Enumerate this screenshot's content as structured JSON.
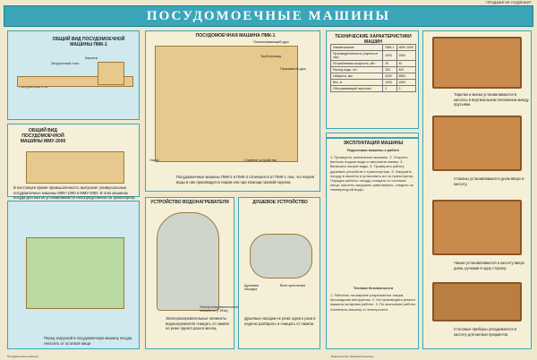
{
  "header": {
    "title": "ПОСУДОМОЕЧНЫЕ МАШИНЫ",
    "sale_note": "ПРОДАЖЕ НЕ ПОДЛЕЖИТ"
  },
  "left_top": {
    "title": "ОБЩИЙ ВИД ПОСУДОМОЕЧНОЙ МАШИНЫ ПМК-1",
    "callout_loading": "Загрузочный стол",
    "callout_frame": "Кассета",
    "callout_unloading": "Разгрузочный стол"
  },
  "left_mid": {
    "title": "ОБЩИЙ ВИД ПОСУДОМОЕЧНОЙ МАШИНЫ ММУ-2000",
    "caption": "В настоящее время промышленность выпускает универсальные посудомоечные машины ММУ-1000 и ММУ-2000. В этих машинах посуда для мытья устанавливается непосредственно на транспортер."
  },
  "left_bottom": {
    "caption": "Перед загрузкой в посудомоечную машину посуда очистить от остатков пищи"
  },
  "center": {
    "title": "ПОСУДОМОЕЧНАЯ МАШИНА ПМК-1",
    "callout_spray": "Ополаскивающий душ",
    "callout_pipe": "Трубопровод",
    "callout_nozzle": "Промывной душ",
    "callout_pump": "Насос",
    "callout_drain": "Сливное устройство",
    "caption": "Посудомоечные машины ПМК-2 и ПМК-3 отличаются от ПМК-1 тем, что нагрев воды в них производится паром или при помощи газовой горелки."
  },
  "heater": {
    "title": "УСТРОЙСТВО ВОДОНАГРЕВАТЕЛЯ",
    "callout": "Электронагревательные элементы (ТЭНы)",
    "caption": "Электронагревательные элементы водонагревателя очищать от накипи не реже одного раза в месяц."
  },
  "shower": {
    "title": "ДУШЕВОЕ УСТРОЙСТВО",
    "callout_head": "Душевая насадка",
    "callout_outlet": "Винт крепления",
    "caption": "Душевые насадки не реже одного раза в неделю разбирать и очищать от накипи."
  },
  "specs": {
    "title": "ТЕХНИЧЕСКИЕ ХАРАКТЕРИСТИКИ МАШИН",
    "rows": [
      [
        "Наименование",
        "ПМК-1",
        "ММУ-2000"
      ],
      [
        "Производительность (тарелок в час)",
        "1000",
        "2000"
      ],
      [
        "Потребляемая мощность, кВт",
        "25",
        "40"
      ],
      [
        "Расход воды, л/ч",
        "200",
        "400"
      ],
      [
        "Габариты, мм",
        "4000",
        "5500"
      ],
      [
        "Вес, кг",
        "1000",
        "1500"
      ],
      [
        "Обслуживающий персонал",
        "2",
        "3"
      ]
    ]
  },
  "operation": {
    "title": "ЭКСПЛУАТАЦИЯ МАШИНЫ",
    "subtitle": "Подготовка машины к работе",
    "text": "1. Проверить заземление машины. 2. Открыть вентиль подачи воды и заполнить ванны. 3. Включить нагрев воды. 4. Проверить работу душевых устройств и транспортера. 5. Загрузить посуду в кассеты и установить их на транспортер. Порядок работы: посуду очищать от остатков пищи, кассеты загружать равномерно, следить за температурой воды.",
    "safety_title": "Техника безопасности",
    "safety_text": "1. Работать на машине разрешается лицам, прошедшим инструктаж. 2. Не производить ремонт машины во время работы. 3. По окончании работы отключить машину от электросети."
  },
  "trays": [
    "Тарелки и миски устанавливаются в кассеты в вертикальном положении между прутьями.",
    "Стаканы устанавливаются дном вверх в кассету.",
    "Чашки устанавливаются в кассету вверх дном, ручками в одну сторону.",
    "Столовые приборы укладываются в кассету для мелких предметов."
  ],
  "footer": {
    "left": "Посудомоечные машины",
    "right": "Издательство «Машиностроение»"
  }
}
